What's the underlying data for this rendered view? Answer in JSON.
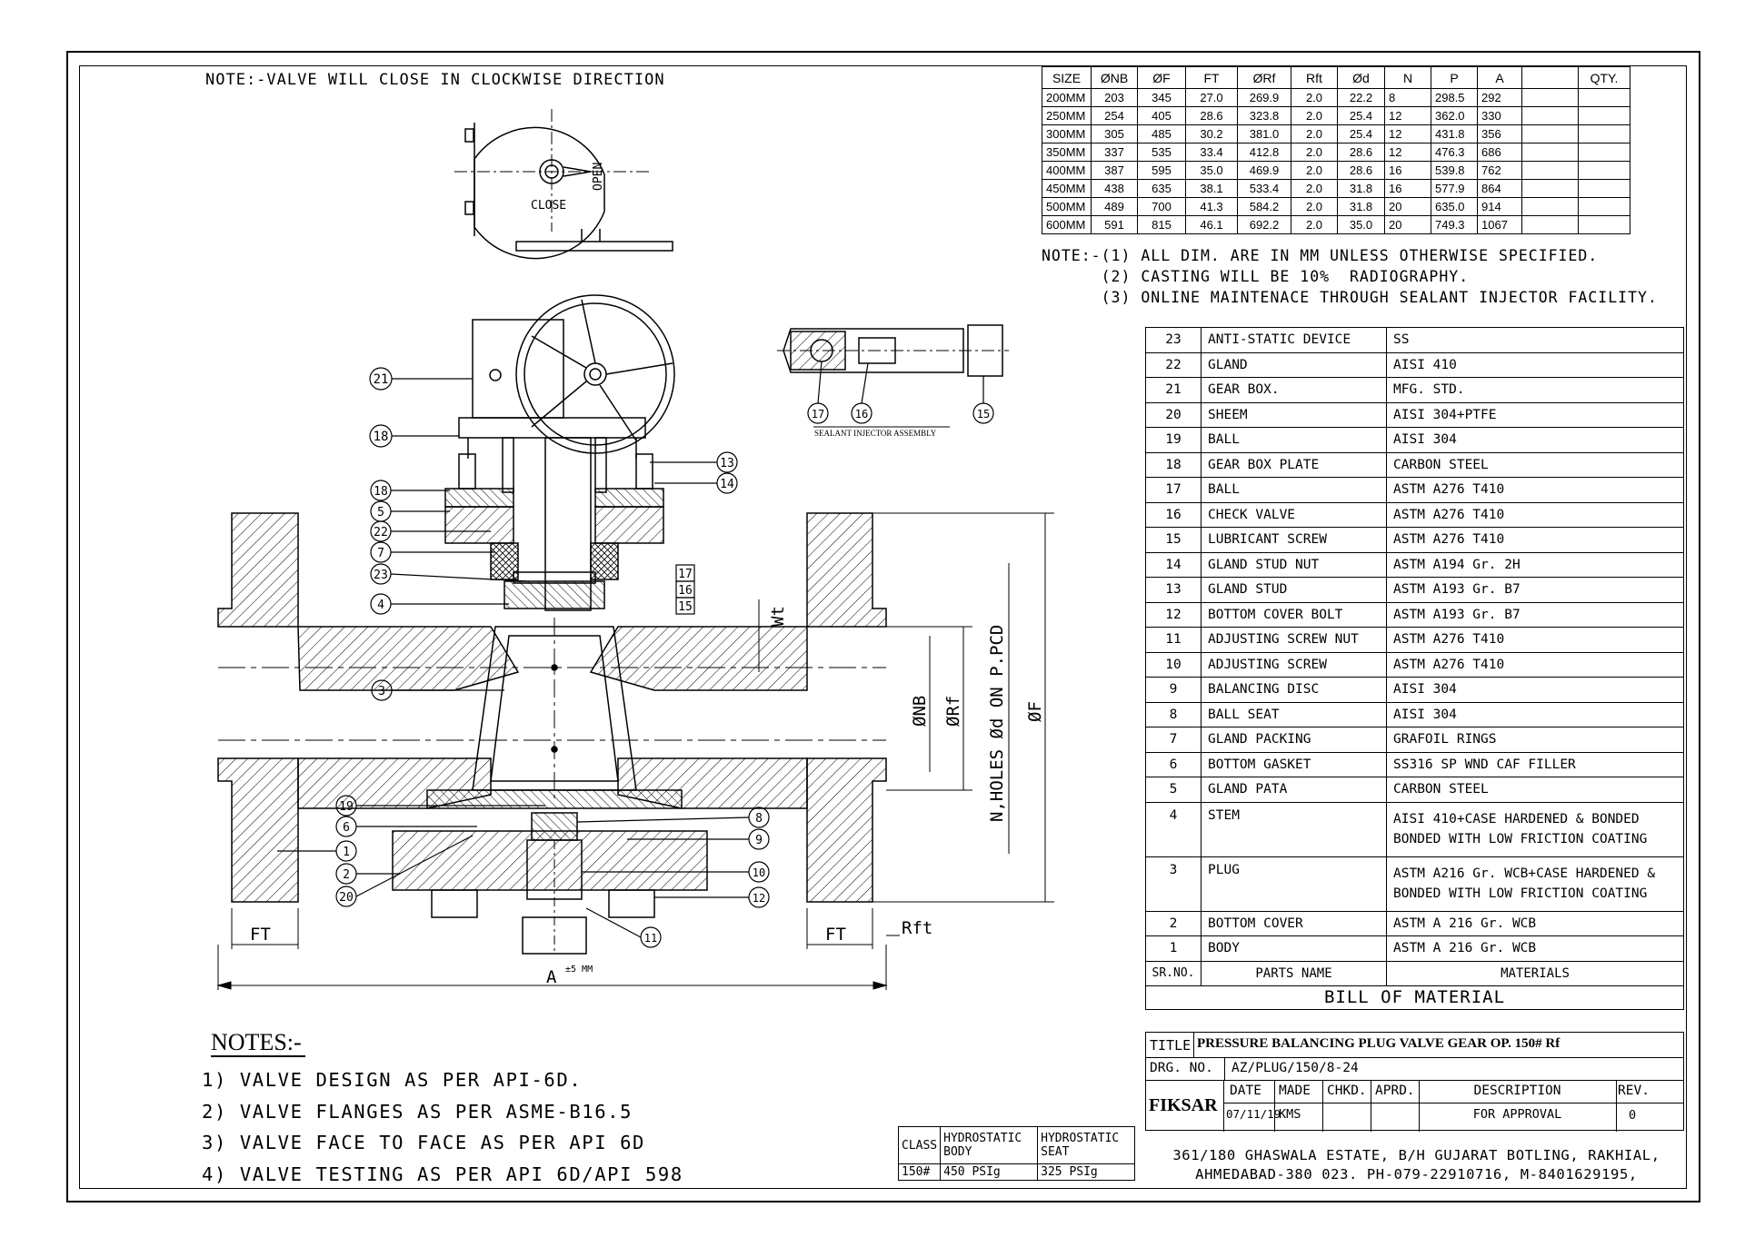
{
  "top_note": "NOTE:-VALVE WILL CLOSE IN CLOCKWISE DIRECTION",
  "operator_view": {
    "open_label": "OPEN",
    "close_label": "CLOSE"
  },
  "sealant_assembly_label": "SEALANT INJECTOR ASSEMBLY",
  "dimension_table": {
    "headers": [
      "SIZE",
      "ØNB",
      "ØF",
      "FT",
      "ØRf",
      "Rft",
      "Ød",
      "N",
      "P",
      "A",
      "",
      "QTY."
    ],
    "rows": [
      [
        "200MM",
        "203",
        "345",
        "27.0",
        "269.9",
        "2.0",
        "22.2",
        "8",
        "298.5",
        "292",
        "",
        ""
      ],
      [
        "250MM",
        "254",
        "405",
        "28.6",
        "323.8",
        "2.0",
        "25.4",
        "12",
        "362.0",
        "330",
        "",
        ""
      ],
      [
        "300MM",
        "305",
        "485",
        "30.2",
        "381.0",
        "2.0",
        "25.4",
        "12",
        "431.8",
        "356",
        "",
        ""
      ],
      [
        "350MM",
        "337",
        "535",
        "33.4",
        "412.8",
        "2.0",
        "28.6",
        "12",
        "476.3",
        "686",
        "",
        ""
      ],
      [
        "400MM",
        "387",
        "595",
        "35.0",
        "469.9",
        "2.0",
        "28.6",
        "16",
        "539.8",
        "762",
        "",
        ""
      ],
      [
        "450MM",
        "438",
        "635",
        "38.1",
        "533.4",
        "2.0",
        "31.8",
        "16",
        "577.9",
        "864",
        "",
        ""
      ],
      [
        "500MM",
        "489",
        "700",
        "41.3",
        "584.2",
        "2.0",
        "31.8",
        "20",
        "635.0",
        "914",
        "",
        ""
      ],
      [
        "600MM",
        "591",
        "815",
        "46.1",
        "692.2",
        "2.0",
        "35.0",
        "20",
        "749.3",
        "1067",
        "",
        ""
      ]
    ]
  },
  "dimension_notes": [
    "NOTE:-(1) ALL DIM. ARE IN MM UNLESS OTHERWISE SPECIFIED.",
    "      (2) CASTING WILL BE 10%  RADIOGRAPHY.",
    "      (3) ONLINE MAINTENACE THROUGH SEALANT INJECTOR FACILITY."
  ],
  "bill_of_material": {
    "parts": [
      {
        "sr": "23",
        "name": "ANTI-STATIC DEVICE",
        "material": "SS"
      },
      {
        "sr": "22",
        "name": "GLAND",
        "material": "AISI 410"
      },
      {
        "sr": "21",
        "name": "GEAR BOX.",
        "material": "MFG. STD."
      },
      {
        "sr": "20",
        "name": "SHEEM",
        "material": "AISI 304+PTFE"
      },
      {
        "sr": "19",
        "name": "BALL",
        "material": "AISI 304"
      },
      {
        "sr": "18",
        "name": "GEAR BOX PLATE",
        "material": "CARBON STEEL"
      },
      {
        "sr": "17",
        "name": "BALL",
        "material": "ASTM A276 T410"
      },
      {
        "sr": "16",
        "name": "CHECK VALVE",
        "material": "ASTM A276 T410"
      },
      {
        "sr": "15",
        "name": "LUBRICANT SCREW",
        "material": "ASTM A276 T410"
      },
      {
        "sr": "14",
        "name": "GLAND STUD NUT",
        "material": "ASTM A194 Gr. 2H"
      },
      {
        "sr": "13",
        "name": "GLAND STUD",
        "material": "ASTM A193 Gr. B7"
      },
      {
        "sr": "12",
        "name": "BOTTOM COVER BOLT",
        "material": "ASTM A193 Gr. B7"
      },
      {
        "sr": "11",
        "name": "ADJUSTING SCREW NUT",
        "material": "ASTM A276 T410"
      },
      {
        "sr": "10",
        "name": "ADJUSTING SCREW",
        "material": "ASTM A276 T410"
      },
      {
        "sr": "9",
        "name": "BALANCING DISC",
        "material": "AISI 304"
      },
      {
        "sr": "8",
        "name": "BALL SEAT",
        "material": "AISI 304"
      },
      {
        "sr": "7",
        "name": "GLAND PACKING",
        "material": "GRAFOIL RINGS"
      },
      {
        "sr": "6",
        "name": "BOTTOM GASKET",
        "material": "SS316 SP WND CAF FILLER"
      },
      {
        "sr": "5",
        "name": "GLAND PATA",
        "material": "CARBON STEEL"
      }
    ],
    "part_4": {
      "sr": "4",
      "name": "STEM",
      "material_line1": "AISI 410+CASE HARDENED & BONDED",
      "material_line2": "BONDED WITH LOW FRICTION COATING"
    },
    "part_3": {
      "sr": "3",
      "name": "PLUG",
      "material_line1": "ASTM A216 Gr. WCB+CASE HARDENED &",
      "material_line2": "BONDED WITH LOW FRICTION COATING"
    },
    "part_2": {
      "sr": "2",
      "name": "BOTTOM COVER",
      "material": "ASTM A 216 Gr. WCB"
    },
    "part_1": {
      "sr": "1",
      "name": "BODY",
      "material": "ASTM A 216 Gr. WCB"
    },
    "header": {
      "sr": "SR.NO.",
      "name": "PARTS NAME",
      "material": "MATERIALS"
    },
    "title": "BILL OF MATERIAL"
  },
  "title_block": {
    "title_label": "TITLE",
    "title": "PRESSURE BALANCING PLUG VALVE GEAR OP. 150# Rf",
    "drg_label": "DRG. NO.",
    "drg_no": "AZ/PLUG/150/8-24",
    "company": "FIKSAR",
    "cols": {
      "date": "DATE",
      "made": "MADE",
      "chkd": "CHKD.",
      "aprd": "APRD.",
      "desc": "DESCRIPTION",
      "rev": "REV."
    },
    "date": "07/11/19",
    "made": "KMS",
    "description": "FOR APPROVAL",
    "rev": "0",
    "address_line1": "361/180 GHASWALA ESTATE, B/H GUJARAT BOTLING, RAKHIAL,",
    "address_line2": "AHMEDABAD-380 023. PH-079-22910716, M-8401629195,"
  },
  "test_table": {
    "class_label": "CLASS",
    "body_label_1": "HYDROSTATIC",
    "body_label_2": "BODY",
    "seat_label_1": "HYDROSTATIC",
    "seat_label_2": "SEAT",
    "class_value": "150#",
    "body_value": "450 PSIg",
    "seat_value": "325 PSIg"
  },
  "notes": {
    "heading": "NOTES:-",
    "items": [
      "1) VALVE DESIGN AS PER API-6D.",
      "2) VALVE FLANGES AS PER ASME-B16.5",
      "3) VALVE FACE TO FACE AS PER API 6D",
      "4) VALVE TESTING AS PER API 6D/API 598"
    ]
  },
  "dim_labels": {
    "ft_left": "FT",
    "ft_right": "FT",
    "rft": "Rft",
    "a": "A",
    "a_tol": "±5 MM",
    "wt": "Wt",
    "nb": "ØNB",
    "rf": "ØRf",
    "pcd": "N,HOLES Ød ON P.PCD",
    "f": "ØF"
  },
  "balloons": {
    "b21": "21",
    "b18a": "18",
    "b18b": "18",
    "b5": "5",
    "b22": "22",
    "b7": "7",
    "b23": "23",
    "b4": "4",
    "b3": "3",
    "b19": "19",
    "b6": "6",
    "b1": "1",
    "b2": "2",
    "b20": "20",
    "b13": "13",
    "b14": "14",
    "b17": "17",
    "b16": "16",
    "b15": "15",
    "b8": "8",
    "b9": "9",
    "b10": "10",
    "b12": "12",
    "b11": "11",
    "s17": "17",
    "s16": "16",
    "s15": "15"
  }
}
